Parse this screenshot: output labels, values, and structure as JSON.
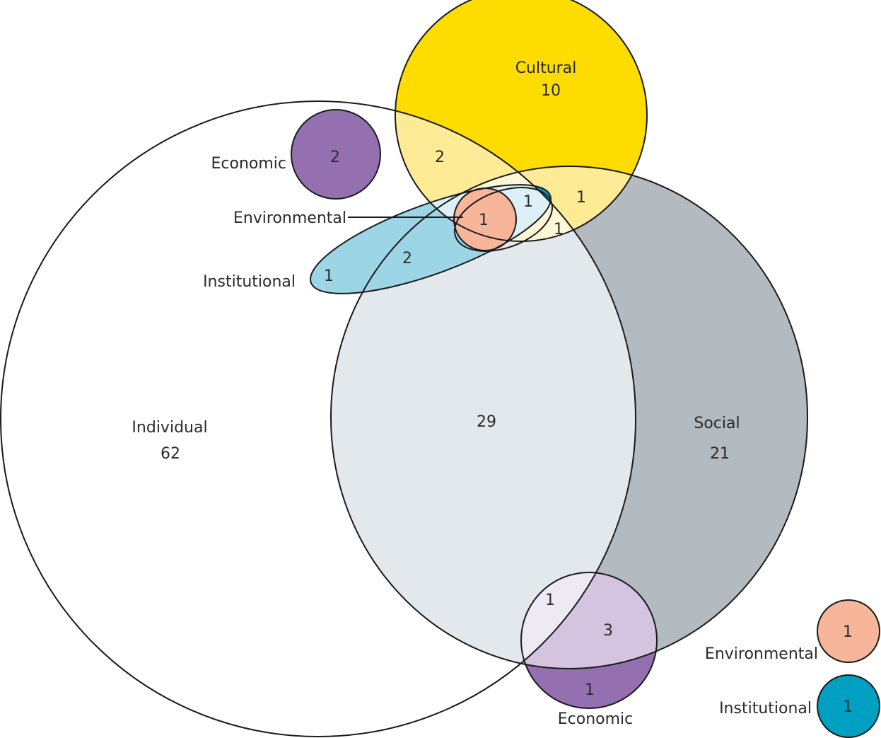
{
  "colors": {
    "cultural": "#FDDC00",
    "cultural_individual": "#FDEB96",
    "cultural_social": "#FEF8D8",
    "social": "#B3BAC0",
    "individual_social": "#E3E8EC",
    "economic": "#9470B0",
    "economic_light": "#D4C4E0",
    "economic_pale": "#EEEAF4",
    "environmental": "#F7B69A",
    "institutional": "#00A0C3",
    "institutional_light": "#9CD6E6",
    "institutional_pale": "#DDF0F8",
    "outline": "#1a1a1a",
    "individual": "#ffffff"
  },
  "labels": {
    "cultural": "Cultural",
    "individual": "Individual",
    "social": "Social",
    "economic_top": "Economic",
    "economic_bottom": "Economic",
    "environmental_top": "Environmental",
    "environmental_legend": "Environmental",
    "institutional_top": "Institutional",
    "institutional_legend": "Institutional"
  },
  "counts": {
    "cultural_only": "10",
    "individual_only": "62",
    "social_only": "21",
    "individual_social": "29",
    "cultural_individual": "2",
    "cultural_social": "1",
    "cultural_individual_social": "1",
    "institutional_individual_social_cultural": "1",
    "environmental_core": "1",
    "institutional_individual": "2",
    "institutional_only": "1",
    "economic_top": "2",
    "economic_individual_social": "1",
    "economic_social": "3",
    "economic_only": "1",
    "environmental_alone": "1",
    "institutional_alone": "1"
  }
}
